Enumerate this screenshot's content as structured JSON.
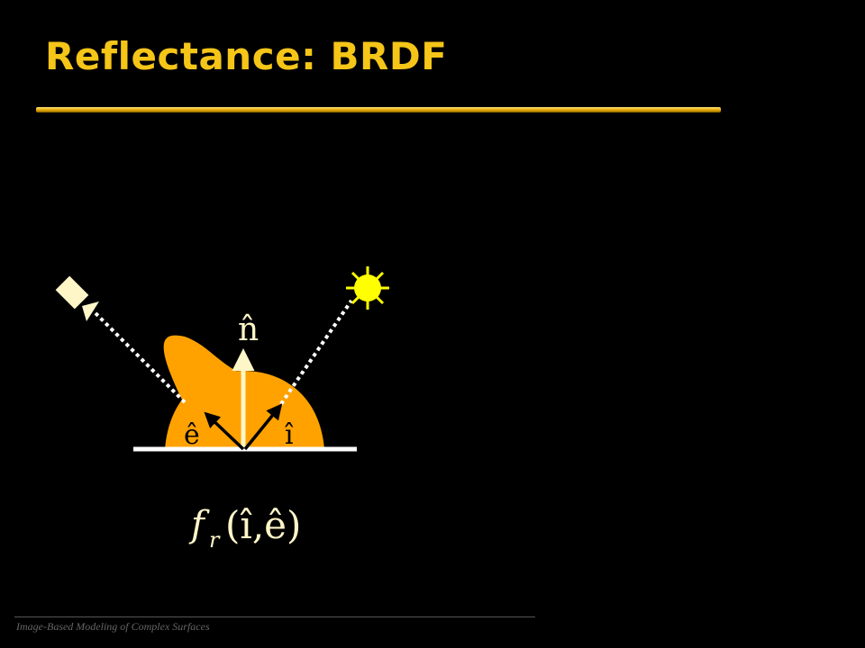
{
  "slide": {
    "title": "Reflectance: BRDF",
    "footer": "Image-Based Modeling of Complex Surfaces"
  },
  "diagram": {
    "labels": {
      "normal": "n̂",
      "eye": "ê",
      "incident": "î",
      "func": "f",
      "func_sub": "r",
      "func_args": "(î,ê)"
    },
    "icons": [
      "camera-icon",
      "sun-icon"
    ],
    "colors": {
      "background": "#000000",
      "title": "#f5c518",
      "lobe": "#ffa200",
      "sun": "#ffff00",
      "ground": "#ffffff",
      "arrows": "#000000",
      "normal_arrow": "#fff6c8"
    }
  }
}
